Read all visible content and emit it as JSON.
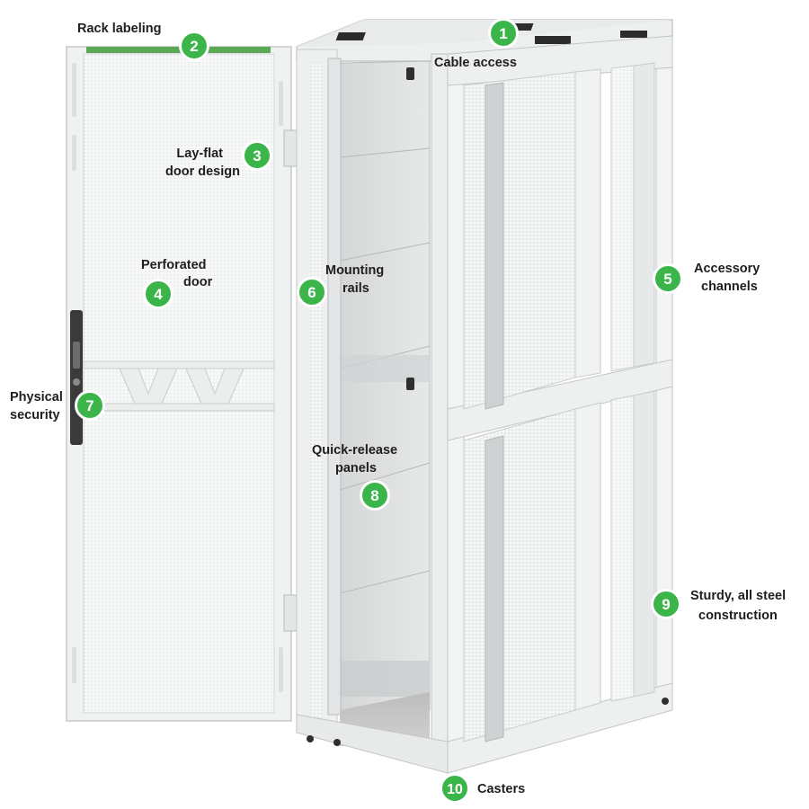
{
  "colors": {
    "accent": "#3bb54a",
    "frame": "#f2f3f3",
    "frame_edge": "#c9cccd",
    "panel": "#dedfe0",
    "floor": "#c7c7c7"
  },
  "callouts": [
    {
      "number": "1",
      "lines": [
        "Cable access"
      ]
    },
    {
      "number": "2",
      "lines": [
        "Rack labeling"
      ]
    },
    {
      "number": "3",
      "lines": [
        "Lay-flat",
        "door design"
      ]
    },
    {
      "number": "4",
      "lines": [
        "Perforated",
        "door"
      ]
    },
    {
      "number": "5",
      "lines": [
        "Accessory",
        "channels"
      ]
    },
    {
      "number": "6",
      "lines": [
        "Mounting",
        "rails"
      ]
    },
    {
      "number": "7",
      "lines": [
        "Physical",
        "security"
      ]
    },
    {
      "number": "8",
      "lines": [
        "Quick-release",
        "panels"
      ]
    },
    {
      "number": "9",
      "lines": [
        "Sturdy, all steel",
        "construction"
      ]
    },
    {
      "number": "10",
      "lines": [
        "Casters"
      ]
    }
  ]
}
